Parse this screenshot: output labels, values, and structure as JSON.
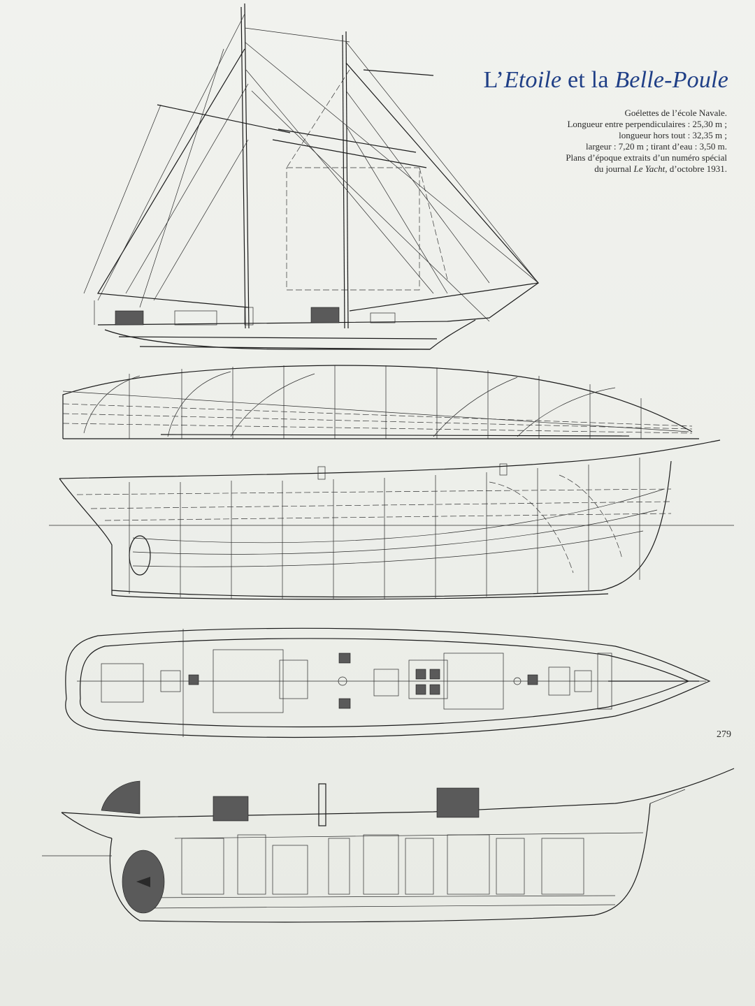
{
  "title": {
    "prefix": "L’",
    "ship1": "Etoile",
    "conjunction": " et la ",
    "ship2": "Belle-Poule"
  },
  "caption": {
    "line1": "Goélettes de l’école Navale.",
    "line2": "Longueur entre perpendiculaires : 25,30 m ;",
    "line3": "longueur hors tout : 32,35 m ;",
    "line4": "largeur : 7,20 m ; tirant d’eau : 3,50 m.",
    "line5": "Plans d’époque extraits d’un numéro spécial",
    "line6_prefix": "du journal ",
    "line6_italic": "Le Yacht",
    "line6_suffix": ", d’octobre 1931."
  },
  "page_number": "279"
}
